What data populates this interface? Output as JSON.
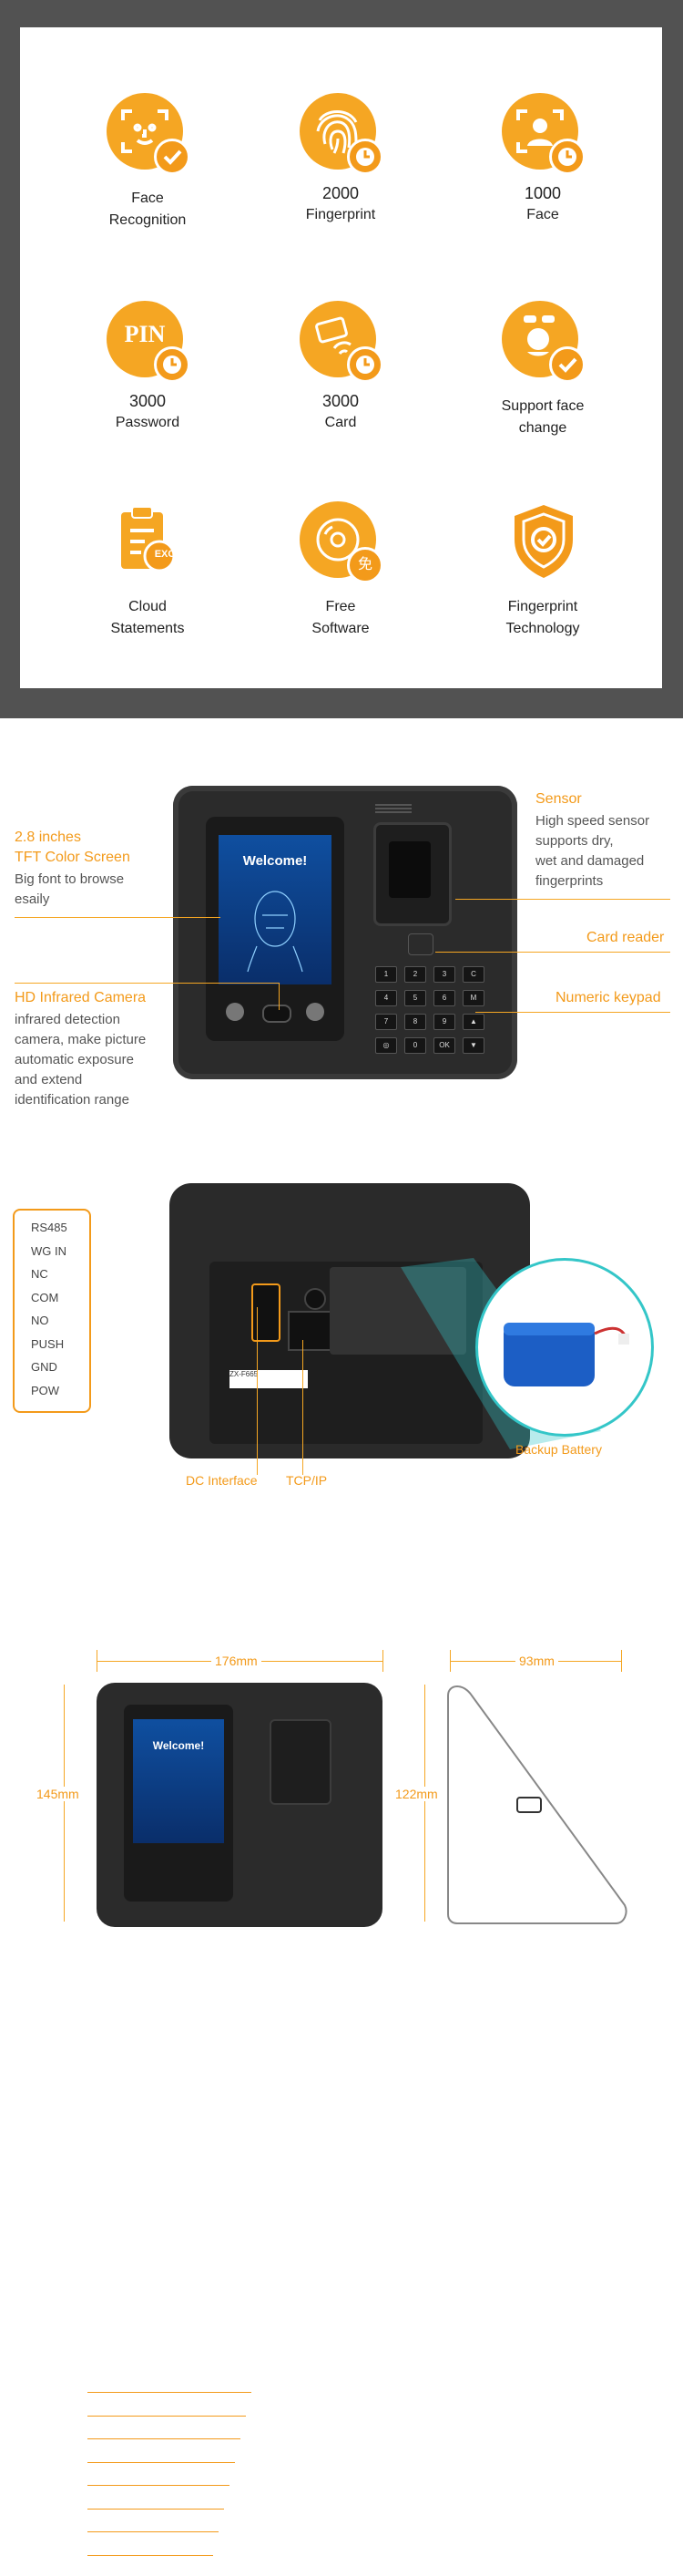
{
  "features": [
    {
      "line1": "Face",
      "line2": "Recognition",
      "icon": "face-recognition-icon"
    },
    {
      "line1": "2000",
      "line2": "Fingerprint",
      "icon": "fingerprint-icon"
    },
    {
      "line1": "1000",
      "line2": "Face",
      "icon": "face-scan-icon"
    },
    {
      "line1": "3000",
      "line2": "Password",
      "icon": "pin-icon"
    },
    {
      "line1": "3000",
      "line2": "Card",
      "icon": "card-icon"
    },
    {
      "line1": "Support face",
      "line2": "change",
      "icon": "face-change-icon"
    },
    {
      "line1": "Cloud",
      "line2": "Statements",
      "icon": "excel-report-icon"
    },
    {
      "line1": "Free",
      "line2": "Software",
      "icon": "cd-free-icon"
    },
    {
      "line1": "Fingerprint",
      "line2": "Technology",
      "icon": "shield-check-icon"
    }
  ],
  "icon_labels": {
    "pin": "PIN",
    "exc": "EXC",
    "free": "免"
  },
  "front": {
    "screen_title": "2.8 inches",
    "screen_sub": "TFT Color Screen",
    "screen_desc1": "Big font to browse",
    "screen_desc2": "esaily",
    "camera_title": "HD Infrared Camera",
    "camera_desc": [
      "infrared detection",
      "camera, make picture",
      "automatic exposure",
      "and  extend",
      "identification range"
    ],
    "sensor_title": "Sensor",
    "sensor_desc": [
      "High speed sensor",
      "supports dry,",
      "wet and damaged",
      "fingerprints"
    ],
    "card_reader": "Card reader",
    "keypad": "Numeric keypad",
    "welcome": "Welcome!",
    "keys": [
      "1",
      "2",
      "3",
      "C",
      "4",
      "5",
      "6",
      "M",
      "7",
      "8",
      "9",
      "▲",
      "◎",
      "0",
      "OK",
      "▼"
    ]
  },
  "back": {
    "ports": [
      "RS485",
      "WG IN",
      "NC",
      "COM",
      "NO",
      "PUSH",
      "GND",
      "POW"
    ],
    "dc": "DC Interface",
    "tcp": "TCP/IP",
    "battery": "Backup Battery",
    "sticker": "ZX-F665"
  },
  "dims": {
    "width": "176mm",
    "height": "145mm",
    "depth": "93mm",
    "side_height": "122mm",
    "welcome": "Welcome!"
  },
  "colors": {
    "accent": "#f39a1a",
    "device": "#2b2b2b",
    "frame": "#525252"
  }
}
